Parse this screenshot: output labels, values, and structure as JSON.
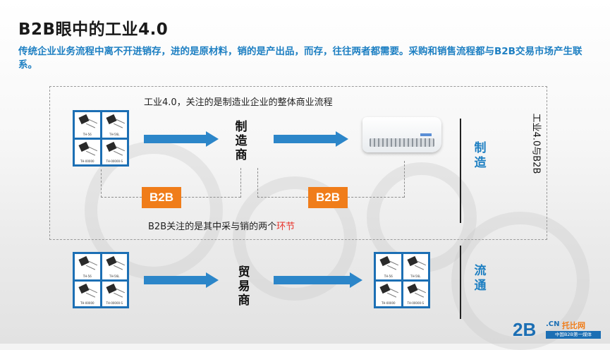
{
  "title": "B2B眼中的工业4.0",
  "subtitle": "传统企业业务流程中离不开进销存，进的是原材料，销的是产出品，而存，往往两者都需要。采购和销售流程都与B2B交易市场产生联系。",
  "top_caption": "工业4.0，关注的是制造业企业的整体商业流程",
  "bottom_caption": {
    "text": "B2B关注的是其中采与销的两个",
    "highlight": "环节"
  },
  "manufacturer_label": "制造商",
  "trader_label": "贸易商",
  "side_label_manufacturing": "制造",
  "side_label_circulation": "流通",
  "rotated_label": "工业4.0与B2B",
  "badge_b2b": "B2B",
  "chip_labels": [
    "TH-56",
    "TH-56L",
    "TH-00000",
    "TH-00000-S"
  ],
  "logo": {
    "big": "2B",
    "cn": ".CN",
    "name": "托比网",
    "slogan": "中国B2B第一媒体"
  },
  "colors": {
    "accent_blue": "#2c86c9",
    "text_blue": "#1d7fc2",
    "badge_orange": "#f07d1a",
    "highlight_red": "#e8322b"
  }
}
